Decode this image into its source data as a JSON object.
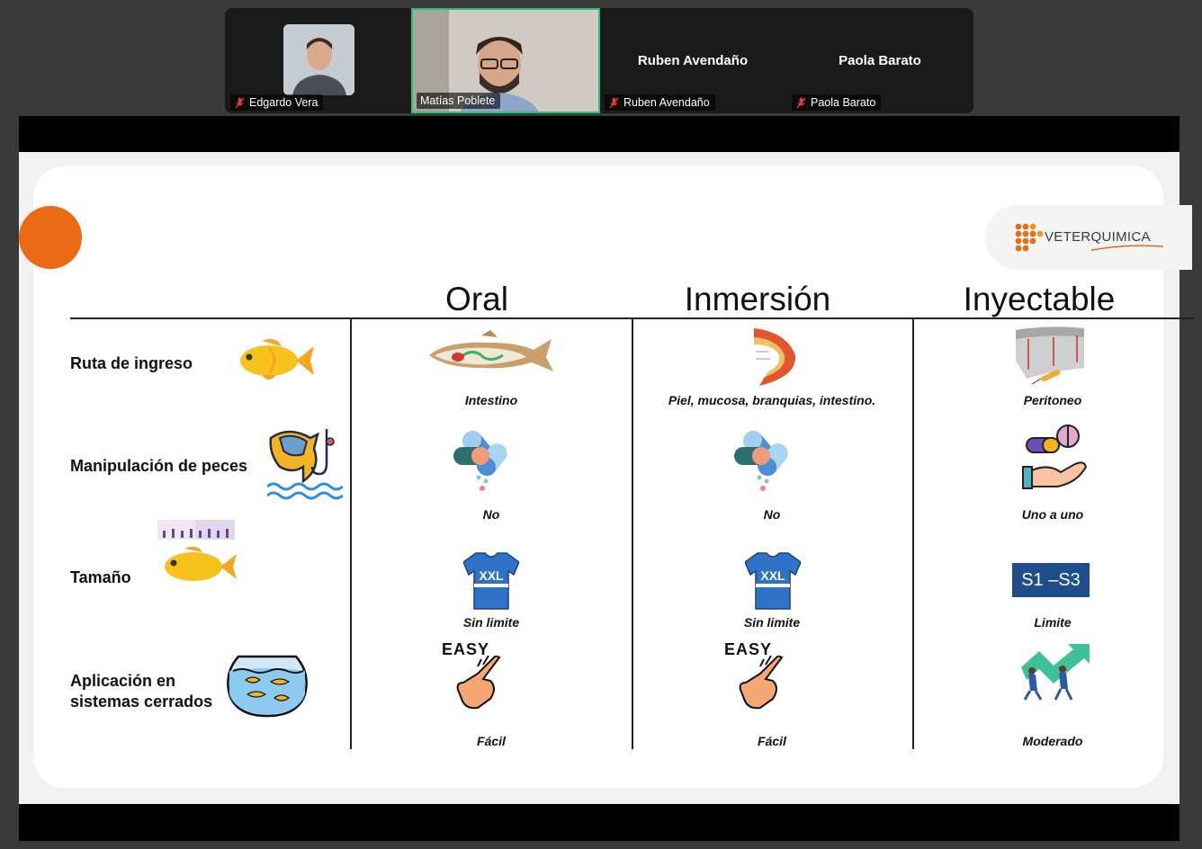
{
  "participants": [
    {
      "name": "Edgardo Vera",
      "muted": true,
      "video": true
    },
    {
      "name": "Matías Poblete",
      "muted": false,
      "video": true,
      "active_speaker": true
    },
    {
      "name": "Ruben Avendaño",
      "muted": true,
      "video": false
    },
    {
      "name": "Paola Barato",
      "muted": true,
      "video": false
    }
  ],
  "slide": {
    "logo_text": "VETERQUIMICA",
    "columns": [
      "Oral",
      "Inmersión",
      "Inyectable"
    ],
    "rows": [
      {
        "label": "Ruta de ingreso",
        "icon": "fish-icon",
        "cells": [
          "Intestino",
          "Piel, mucosa, branquias, intestino.",
          "Peritoneo"
        ]
      },
      {
        "label": "Manipulación de peces",
        "icon": "fish-hook-icon",
        "cells": [
          "No",
          "No",
          "Uno a uno"
        ]
      },
      {
        "label": "Tamaño",
        "icon": "fish-ruler-icon",
        "cells": [
          "Sin limite",
          "Sin limite",
          "Limite"
        ]
      },
      {
        "label": "Aplicación en sistemas cerrados",
        "icon": "fish-bowl-icon",
        "cells": [
          "Fácil",
          "Fácil",
          "Moderado"
        ]
      }
    ],
    "size_badge": "S1 –S3",
    "easy_text": "EASY",
    "accent_color": "#ec6a16"
  }
}
